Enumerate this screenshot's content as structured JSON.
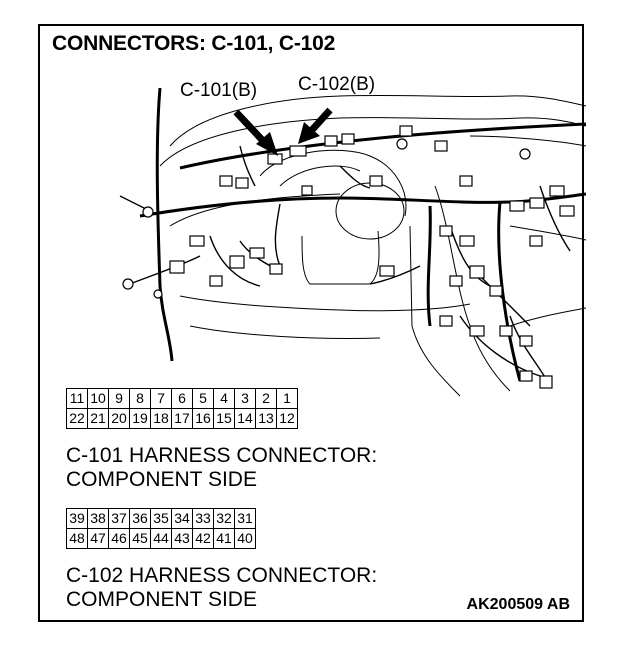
{
  "title": "CONNECTORS: C-101, C-102",
  "callouts": {
    "c101": "C-101(B)",
    "c102": "C-102(B)"
  },
  "c101": {
    "rows": [
      [
        "11",
        "10",
        "9",
        "8",
        "7",
        "6",
        "5",
        "4",
        "3",
        "2",
        "1"
      ],
      [
        "22",
        "21",
        "20",
        "19",
        "18",
        "17",
        "16",
        "15",
        "14",
        "13",
        "12"
      ]
    ],
    "caption_line1": "C-101 HARNESS CONNECTOR:",
    "caption_line2": "COMPONENT SIDE"
  },
  "c102": {
    "rows": [
      [
        "39",
        "38",
        "37",
        "36",
        "35",
        "34",
        "33",
        "32",
        "31"
      ],
      [
        "48",
        "47",
        "46",
        "45",
        "44",
        "43",
        "42",
        "41",
        "40"
      ]
    ],
    "caption_line1": "C-102 HARNESS CONNECTOR:",
    "caption_line2": "COMPONENT SIDE"
  },
  "reference_code": "AK200509 AB"
}
